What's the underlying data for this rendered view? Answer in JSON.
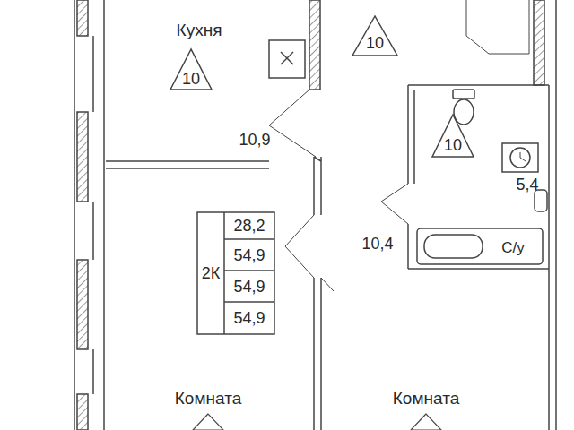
{
  "diagram": {
    "labels": [
      "Кухня",
      "10",
      "10",
      "10",
      "10,9",
      "5,4",
      "10,4",
      "С/у",
      "2К",
      "28,2",
      "54,9",
      "54,9",
      "54,9",
      "Комната",
      "Комната"
    ]
  }
}
